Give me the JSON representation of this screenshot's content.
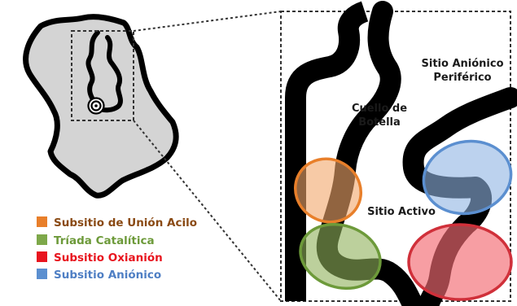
{
  "labels": {
    "peripheral_anionic_site_line1": "Sitio Aniónico",
    "peripheral_anionic_site_line2": "Periférico",
    "bottleneck_line1": "Cuello de",
    "bottleneck_line2": "Botella",
    "active_site": "Sitio Activo"
  },
  "legend": [
    {
      "label": "Subsitio de Unión Acilo",
      "color": "#e87f2a",
      "text_color": "#8a4a14"
    },
    {
      "label": "Tríada Catalítica",
      "color": "#7ea84a",
      "text_color": "#6d9a3a"
    },
    {
      "label": "Subsitio Oxianión",
      "color": "#e8141e",
      "text_color": "#e8141e"
    },
    {
      "label": "Subsitio Aniónico",
      "color": "#5b8fd0",
      "text_color": "#4f7fc4"
    }
  ],
  "colors": {
    "protein_fill": "#d4d4d4",
    "protein_outline": "#000000",
    "gorge": "#000000",
    "acyl_ellipse_fill": "#f2a76a",
    "acyl_ellipse_stroke": "#e87f2a",
    "triad_ellipse_fill": "#8fb05a",
    "triad_ellipse_stroke": "#6d9a3a",
    "oxyanion_ellipse_fill": "#f26a72",
    "oxyanion_ellipse_stroke": "#d0303a",
    "anionic_ellipse_fill": "#8fb4e2",
    "anionic_ellipse_stroke": "#5b8fd0"
  },
  "icons": {
    "active_site_marker": "concentric-circles-icon"
  }
}
